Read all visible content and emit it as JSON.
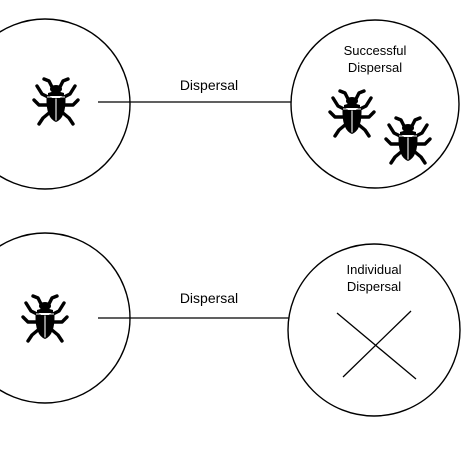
{
  "rows": [
    {
      "arrow_label": "Dispersal",
      "target_label_lines": [
        "Successful",
        "Dispersal"
      ],
      "outcome": "success",
      "source_icon": "beetle-icon",
      "target_icons": [
        "beetle-icon",
        "beetle-icon"
      ]
    },
    {
      "arrow_label": "Dispersal",
      "target_label_lines": [
        "Individual",
        "Dispersal"
      ],
      "outcome": "failure",
      "source_icon": "beetle-icon",
      "target_icons": [
        "cross-mark-icon"
      ]
    }
  ],
  "colors": {
    "stroke": "#000000",
    "fill": "#ffffff",
    "icon": "#000000"
  }
}
